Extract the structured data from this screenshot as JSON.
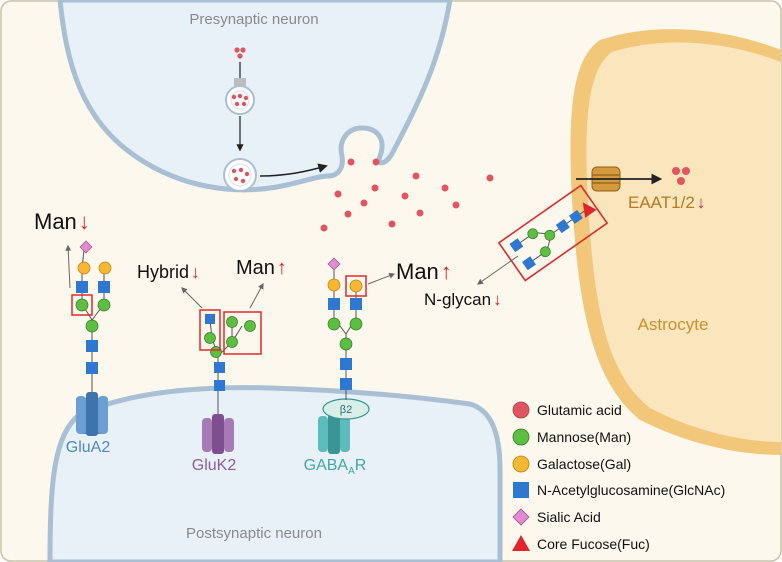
{
  "colors": {
    "background": "#fcf8ed",
    "border": "#c8c0a8",
    "neuron_fill": "#e8f0f8",
    "neuron_stroke": "#a9bfd3",
    "astro_outer": "#f2c77a",
    "astro_fill": "#fbe5bd",
    "glutamate": "#e0555f",
    "mannose": "#5cbf43",
    "galactose": "#f7b733",
    "glcnac": "#2e78d2",
    "sialic": "#e48ad0",
    "fucose": "#e1252b",
    "highlight": "#e12a2a",
    "arrow_red": "#e2201f",
    "glua2": "#4f88c2",
    "gluk2": "#8d5c9f",
    "gaba": "#42a7a6",
    "eaat": "#b7791e",
    "label_gray": "#8a8a8a"
  },
  "icons": {
    "up_arrow": "red-up-arrow-icon",
    "down_arrow": "red-down-arrow-icon"
  },
  "labels": {
    "presynaptic": "Presynaptic neuron",
    "postsynaptic": "Postsynaptic neuron",
    "astrocyte": "Astrocyte",
    "eaat": "EAAT1/2",
    "glua2": "GluA2",
    "gluk2": "GluK2",
    "gaba_main": "GABA",
    "gaba_sub": "A",
    "gaba_end": "R",
    "beta2": "β2",
    "man_glua2": "Man",
    "hybrid": "Hybrid",
    "man_gluk2": "Man",
    "man_gaba": "Man",
    "nglycan": "N-glycan"
  },
  "legend": [
    {
      "key": "glutamate",
      "label": "Glutamic acid"
    },
    {
      "key": "mannose",
      "label": "Mannose(Man)"
    },
    {
      "key": "galactose",
      "label": "Galactose(Gal)"
    },
    {
      "key": "glcnac",
      "label": "N-Acetylglucosamine(GlcNAc)"
    },
    {
      "key": "sialic",
      "label": "Sialic Acid"
    },
    {
      "key": "fucose",
      "label": "Core Fucose(Fuc)"
    }
  ]
}
